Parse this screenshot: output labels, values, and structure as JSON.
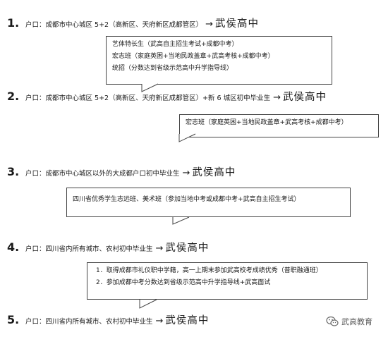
{
  "rows": [
    {
      "num": "1.",
      "text": "户口：成都市中心城区 5+2（高新区、天府新区成都管区）",
      "arrow": "→",
      "target": "武侯高中"
    },
    {
      "num": "2.",
      "text": "户口：成都市中心城区 5+2（高新区、天府新区成都管区）+新 6 城区初中毕业生",
      "arrow": "→",
      "target": "武侯高中"
    },
    {
      "num": "3.",
      "text": "户口：成都市中心城区以外的大成都户口初中毕业生",
      "arrow": "→",
      "target": "武侯高中"
    },
    {
      "num": "4.",
      "text": "户口：四川省内所有城市、农村初中毕业生",
      "arrow": "→",
      "target": "武侯高中"
    },
    {
      "num": "5.",
      "text": "户口：四川省内所有城市、农村初中毕业生",
      "arrow": "→",
      "target": "武侯高中"
    }
  ],
  "callouts": [
    {
      "lines": [
        "艺体特长生（武高自主招生考试+成都中考）",
        "宏志班（家庭英困+当地民政盖章+武高考核+成都中考）",
        "统招（分数达到省级示范高中升学指导线）"
      ]
    },
    {
      "lines": [
        "宏志班（家庭英困+当地民政盖章+武高考核+成都中考）"
      ]
    },
    {
      "lines": [
        "四川省优秀学生志远班、美术班（参加当地中考或成都中考+武高自主招生考试）"
      ]
    },
    {
      "lines": [
        "1．取得成都市礼仪职中学籍，高一上期末参加武高校考成绩优秀（普职融通班）",
        "2．参加成都中考分数达到省级示范高中升学指导线+武高面试"
      ]
    }
  ],
  "watermark": {
    "icon": "wechat-icon",
    "text": "武高教育"
  }
}
